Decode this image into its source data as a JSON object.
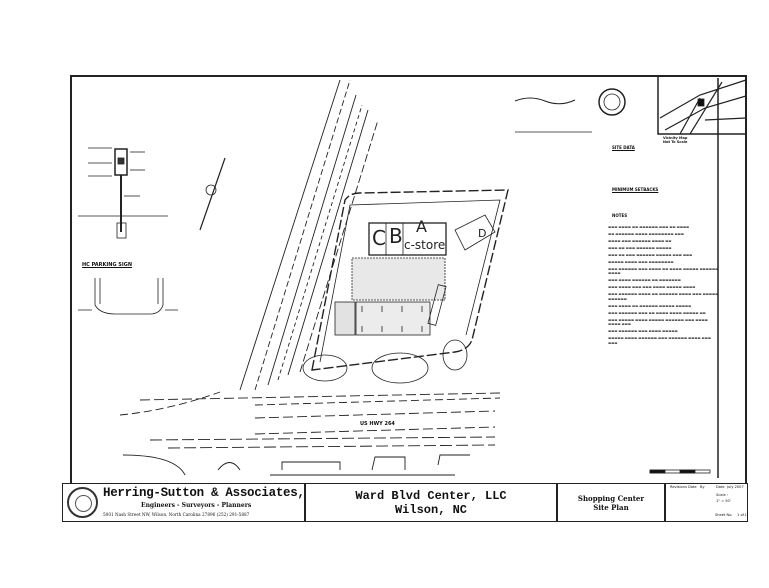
{
  "title_block": {
    "firm_name": "Herring-Sutton & Associates, P.A.",
    "firm_services": "Engineers - Surveyors - Planners",
    "firm_address": "5001 Nash Street NW, Wilson, North Carolina 27896 (252) 291-5887",
    "project_line1": "Ward Blvd Center, LLC",
    "project_line2": "Wilson, NC",
    "sheet_title_line1": "Shopping Center",
    "sheet_title_line2": "Site Plan",
    "scale_label": "Scale :",
    "scale_value": "1\" = 50'",
    "date_label": "Date",
    "date_value": "July 2007",
    "sheet_label": "Sheet No.",
    "sheet_no": "1",
    "sheet_of": "of",
    "sheet_total": "1",
    "rev_headers": [
      "Revisions",
      "Date",
      "By"
    ]
  },
  "plan": {
    "hc_sign_title": "HC PARKING SIGN",
    "vicinity_map_caption_1": "Vicinity Map",
    "vicinity_map_caption_2": "Not To Scale",
    "site_data_heading": "SITE DATA",
    "setbacks_heading": "MINIMUM SETBACKS",
    "notes_heading": "NOTES",
    "highway_label": "US HWY 264",
    "handwritten_units": [
      "C",
      "B",
      "A",
      "c-store",
      "D"
    ]
  },
  "colors": {
    "ink": "#111111",
    "paper": "#ffffff"
  }
}
